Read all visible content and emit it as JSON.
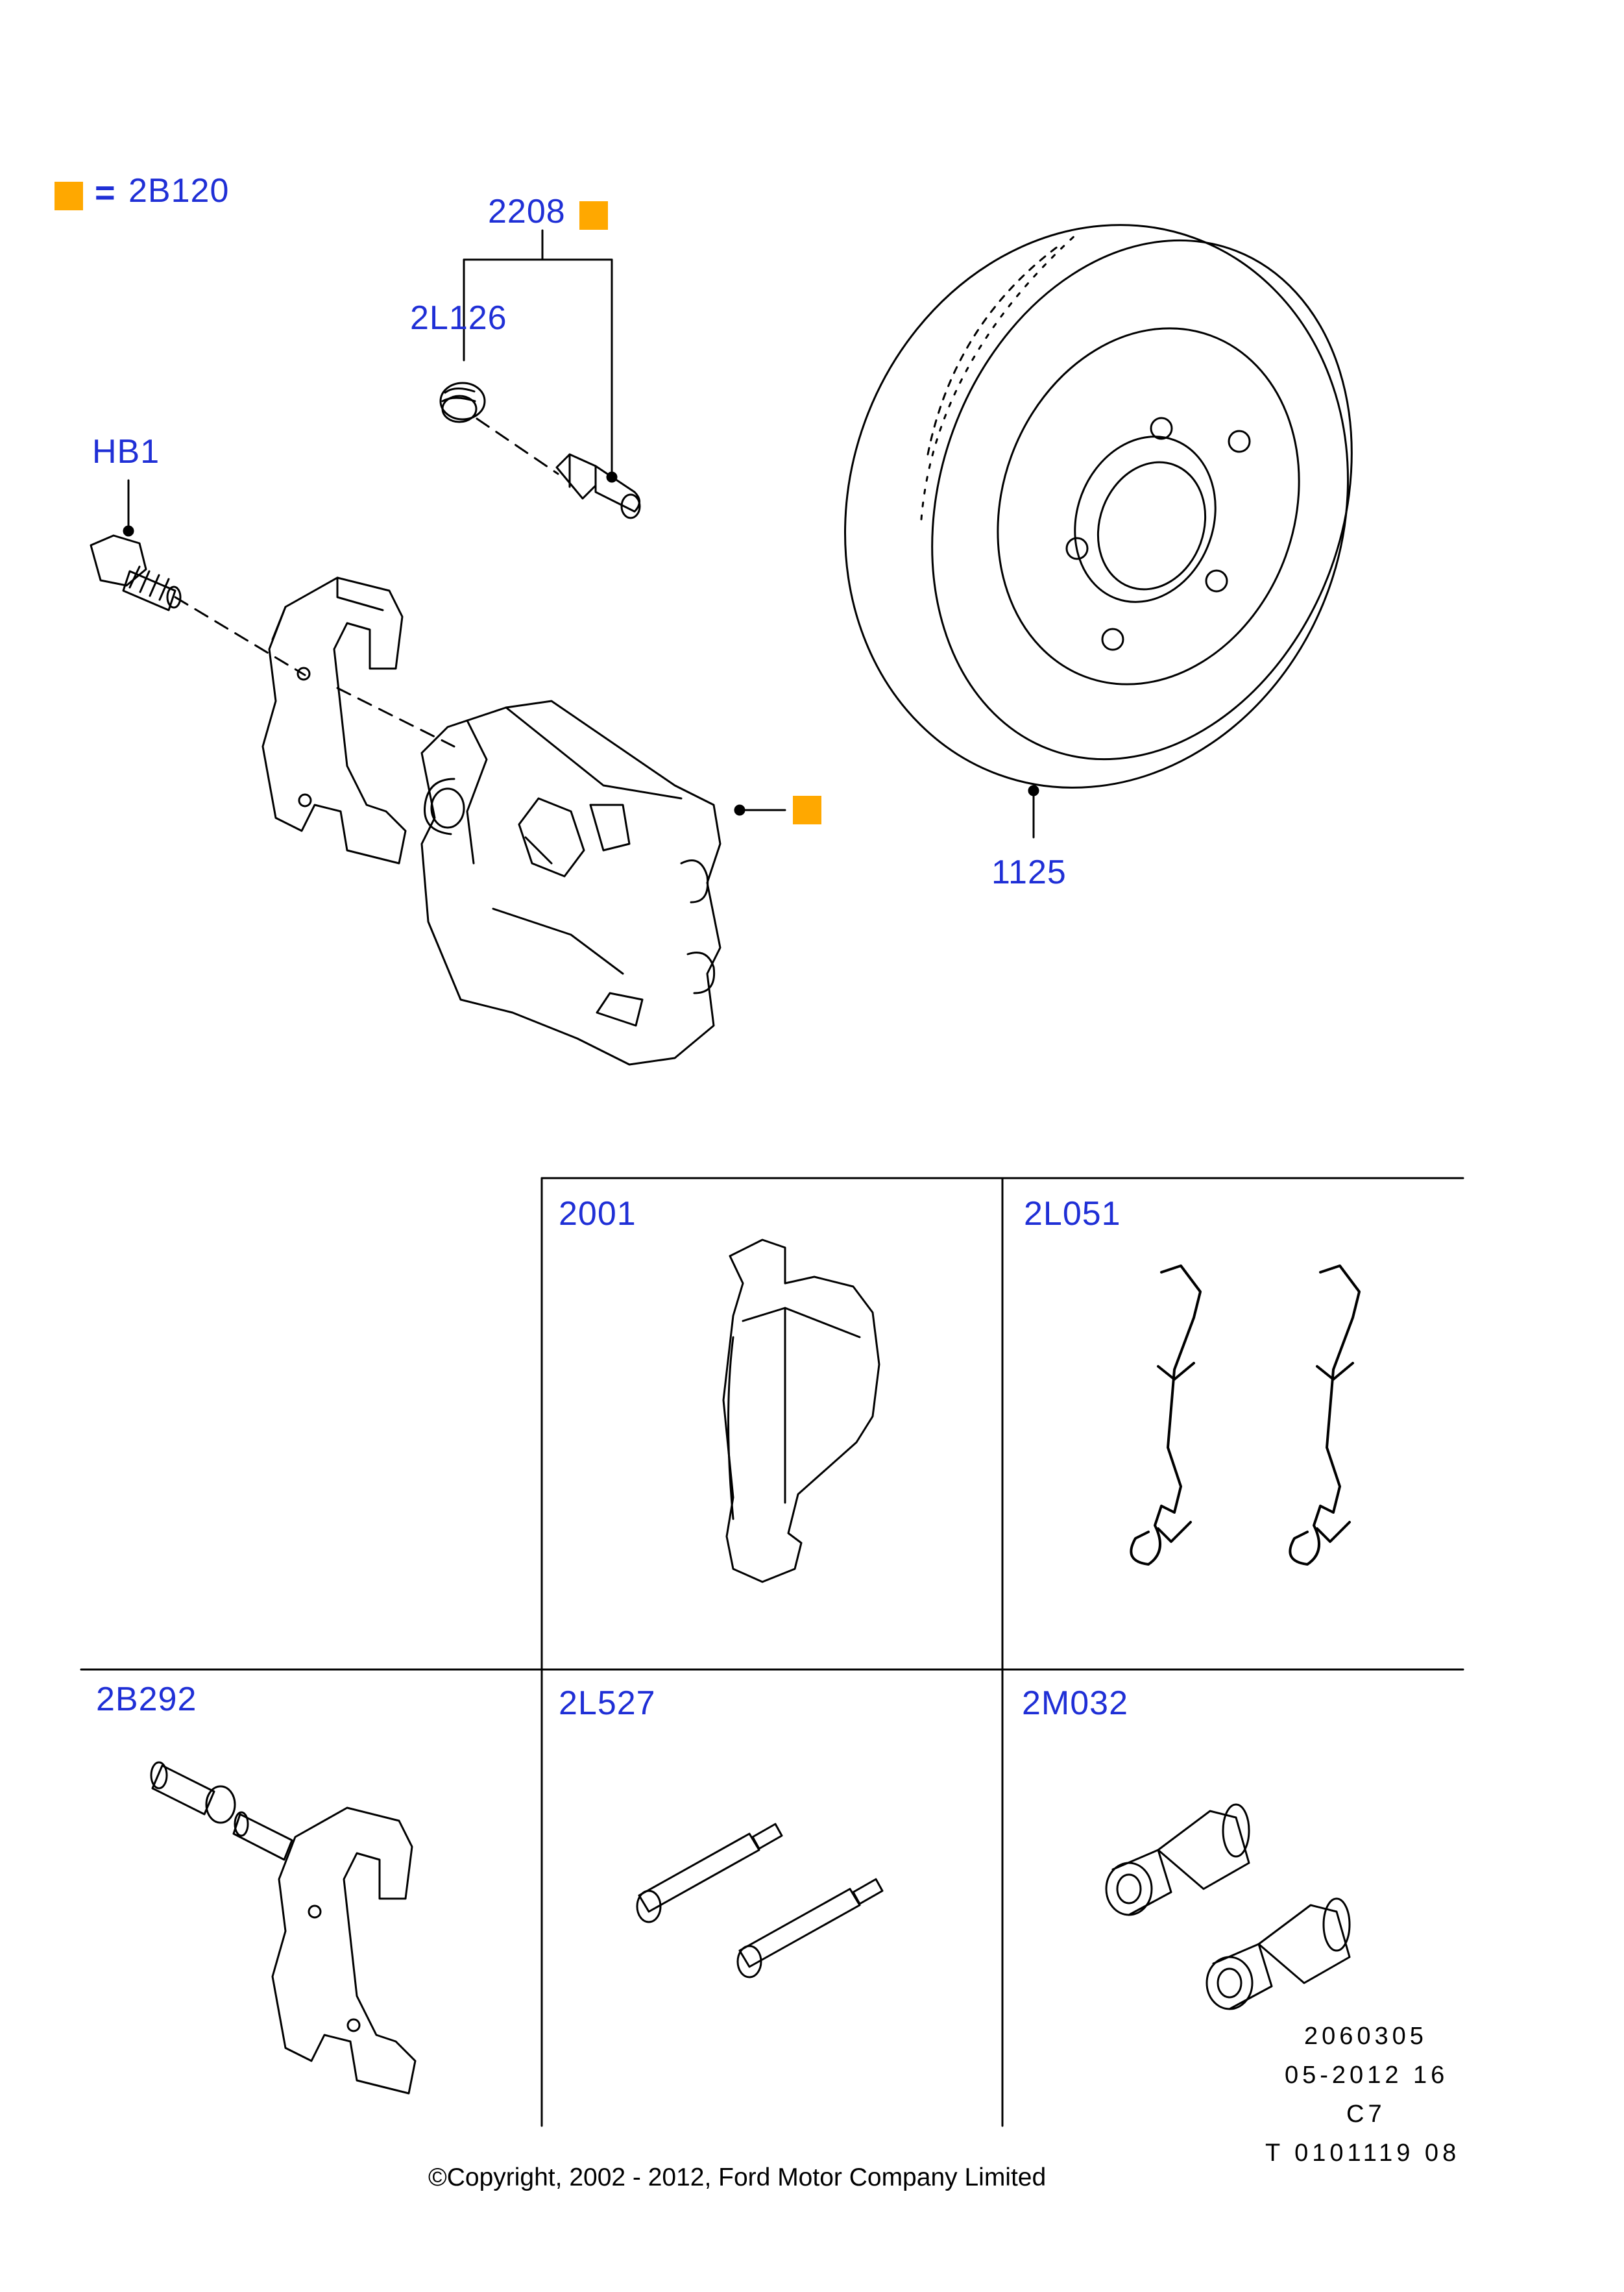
{
  "legend": {
    "label": "2B120",
    "swatch_color": "#ffa800",
    "equals": "="
  },
  "callouts": {
    "p2208": "2208",
    "p2L126": "2L126",
    "pHB1": "HB1",
    "p1125": "1125"
  },
  "cells": {
    "c2001": "2001",
    "c2L051": "2L051",
    "c2B292": "2B292",
    "c2L527": "2L527",
    "c2M032": "2M032"
  },
  "reference": {
    "line1": "2060305",
    "line2": "05-2012 16",
    "line3": "C7",
    "line4": "T 0101119 08"
  },
  "copyright": "©Copyright, 2002 - 2012, Ford Motor Company Limited",
  "colors": {
    "label_blue": "#1f2fd6",
    "marker_orange": "#ffa800",
    "line": "#000000"
  }
}
